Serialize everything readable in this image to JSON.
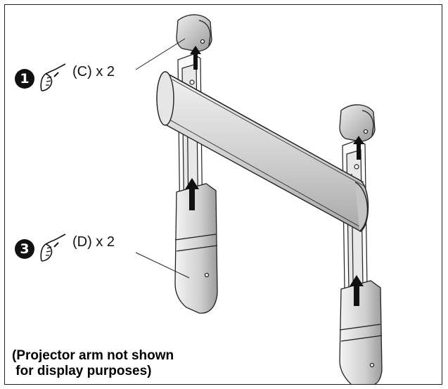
{
  "steps": [
    {
      "number": "1",
      "quantity_text": "(C) x 2",
      "icon": "hand-screwdriver-icon"
    },
    {
      "number": "3",
      "quantity_text": "(D) x 2",
      "icon": "hand-screwdriver-icon"
    }
  ],
  "caption": {
    "line1": "(Projector arm not shown",
    "line2": " for display purposes)"
  }
}
